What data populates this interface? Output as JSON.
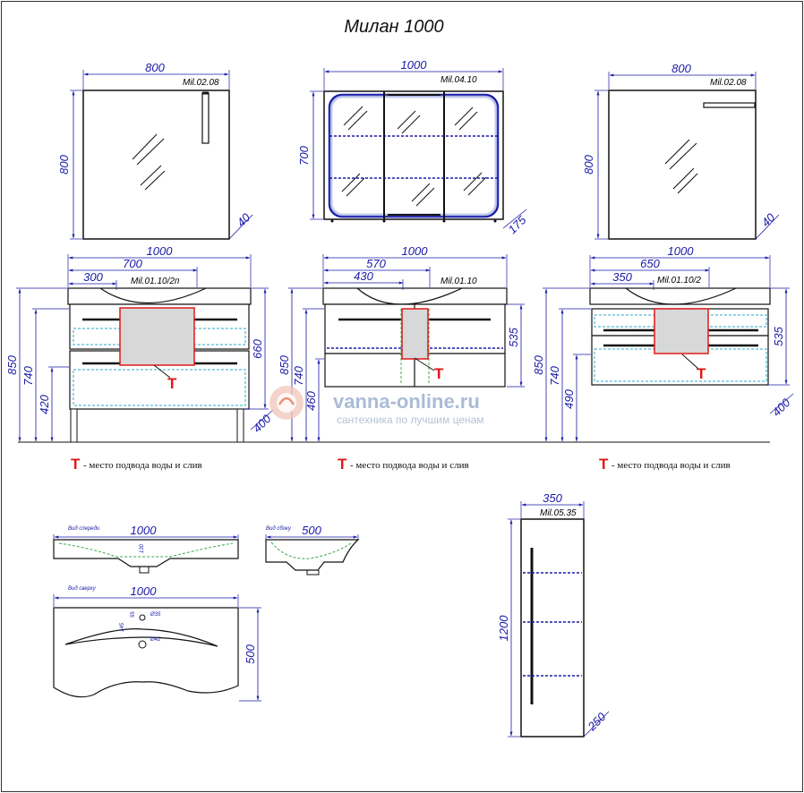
{
  "title": "Милан 1000",
  "legend_note": "- место подвода воды и слив",
  "t_mark": "T",
  "watermark": {
    "brand": "vanna-online.ru",
    "tagline": "сантехника по лучшим ценам"
  },
  "mirror_left": {
    "code": "Mil.02.08",
    "width": "800",
    "height": "800",
    "depth": "40"
  },
  "mirror_cabinet": {
    "code": "Mil.04.10",
    "width": "1000",
    "height": "700",
    "depth": "175"
  },
  "mirror_right": {
    "code": "Mil.02.08",
    "width": "800",
    "height": "800",
    "depth": "40"
  },
  "cabinet_left": {
    "code": "Mil.01.10/2п",
    "width": "1000",
    "inner_width": "700",
    "offset": "300",
    "total_height": "850",
    "height_740": "740",
    "height_420": "420",
    "height_660": "660",
    "depth": "400"
  },
  "cabinet_center": {
    "code": "Mil.01.10",
    "width": "1000",
    "inner_width": "570",
    "offset": "430",
    "total_height": "850",
    "height_740": "740",
    "height_460": "460",
    "height_535": "535"
  },
  "cabinet_right": {
    "code": "Mil.01.10/2",
    "width": "1000",
    "inner_width": "650",
    "offset": "350",
    "total_height": "850",
    "height_740": "740",
    "height_490": "490",
    "height_535": "535",
    "depth": "400"
  },
  "basin_front": {
    "label": "Вид спереди",
    "width": "1000",
    "dim_small": "130"
  },
  "basin_side": {
    "label": "Вид сбоку",
    "width": "500"
  },
  "basin_top": {
    "label": "Вид сверху",
    "width": "1000",
    "depth": "500",
    "hole1": "Ø35",
    "hole2": "Ø42",
    "dim_a": "55",
    "dim_b": "145"
  },
  "tall_cabinet": {
    "code": "Mil.05.35",
    "width": "350",
    "height": "1200",
    "depth": "250"
  },
  "colors": {
    "dimension": "#1a1aa8",
    "water": "#e01818",
    "shelf": "#1a1aa8",
    "led": "#29a9c9",
    "basin_inner": "#3aa84a"
  }
}
